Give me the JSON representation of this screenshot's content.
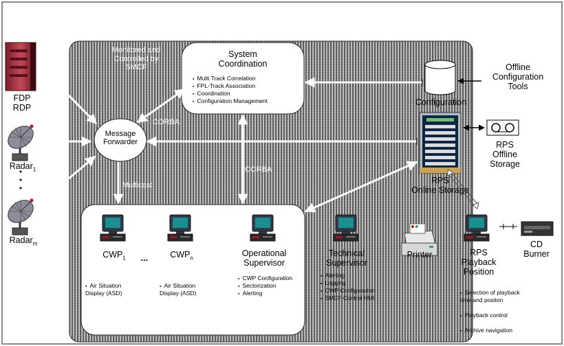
{
  "colors": {
    "frame_border": "#8a8a8a",
    "panel_dark": "#4a4a4a",
    "panel_light": "#f0f0f0",
    "box_fill": "#ffffff",
    "arrow": "#ffffff"
  },
  "smcf_label": "Monitored and\nControlled by\nSMCF",
  "system_coordination": {
    "title": "System\nCoordination",
    "items": [
      "Multi Track Correlation",
      "FPL-Track Association",
      "Coordination",
      "Configuration Management"
    ]
  },
  "message_forwarder": "Message\nForwarder",
  "corba_top": "CORBA",
  "corba_mid": "CORBA",
  "multicast": "Multicast",
  "fdp_rdp": "FDP\nRDP",
  "radar1": {
    "main": "Radar",
    "sub": "1"
  },
  "radarm": {
    "main": "Radar",
    "sub": "m"
  },
  "configuration": "Configuration",
  "offline_tools": "Offline\nConfiguration\nTools",
  "rps_offline": "RPS\nOffline\nStorage",
  "rps_online": "RPS\nOnline Storage",
  "cwp1": {
    "main": "CWP",
    "sub": "1",
    "items": [
      "Air Situation\nDisplay (ASD)"
    ]
  },
  "cwpn": {
    "main": "CWP",
    "sub": "n",
    "items": [
      "Air Situation\nDisplay (ASD)"
    ]
  },
  "ellipsis": "...",
  "operational_supervisor": {
    "title": "Operational\nSupervisor",
    "items": [
      "CWP Configuration",
      "Sectorization",
      "Alerting"
    ]
  },
  "technical_supervisor": {
    "title": "Technical\nSupervisor",
    "items": [
      "Alerting",
      "Logging",
      "CWP Configuration",
      "SMCF Control HMI"
    ]
  },
  "printer": "Printer",
  "rps_playback": {
    "title": "RPS\nPlayback\nPosition",
    "items": [
      "Selection of playback\ntime and positon",
      "Playback control",
      "Archive navigation"
    ]
  },
  "cd_burner": "CD\nBurner"
}
